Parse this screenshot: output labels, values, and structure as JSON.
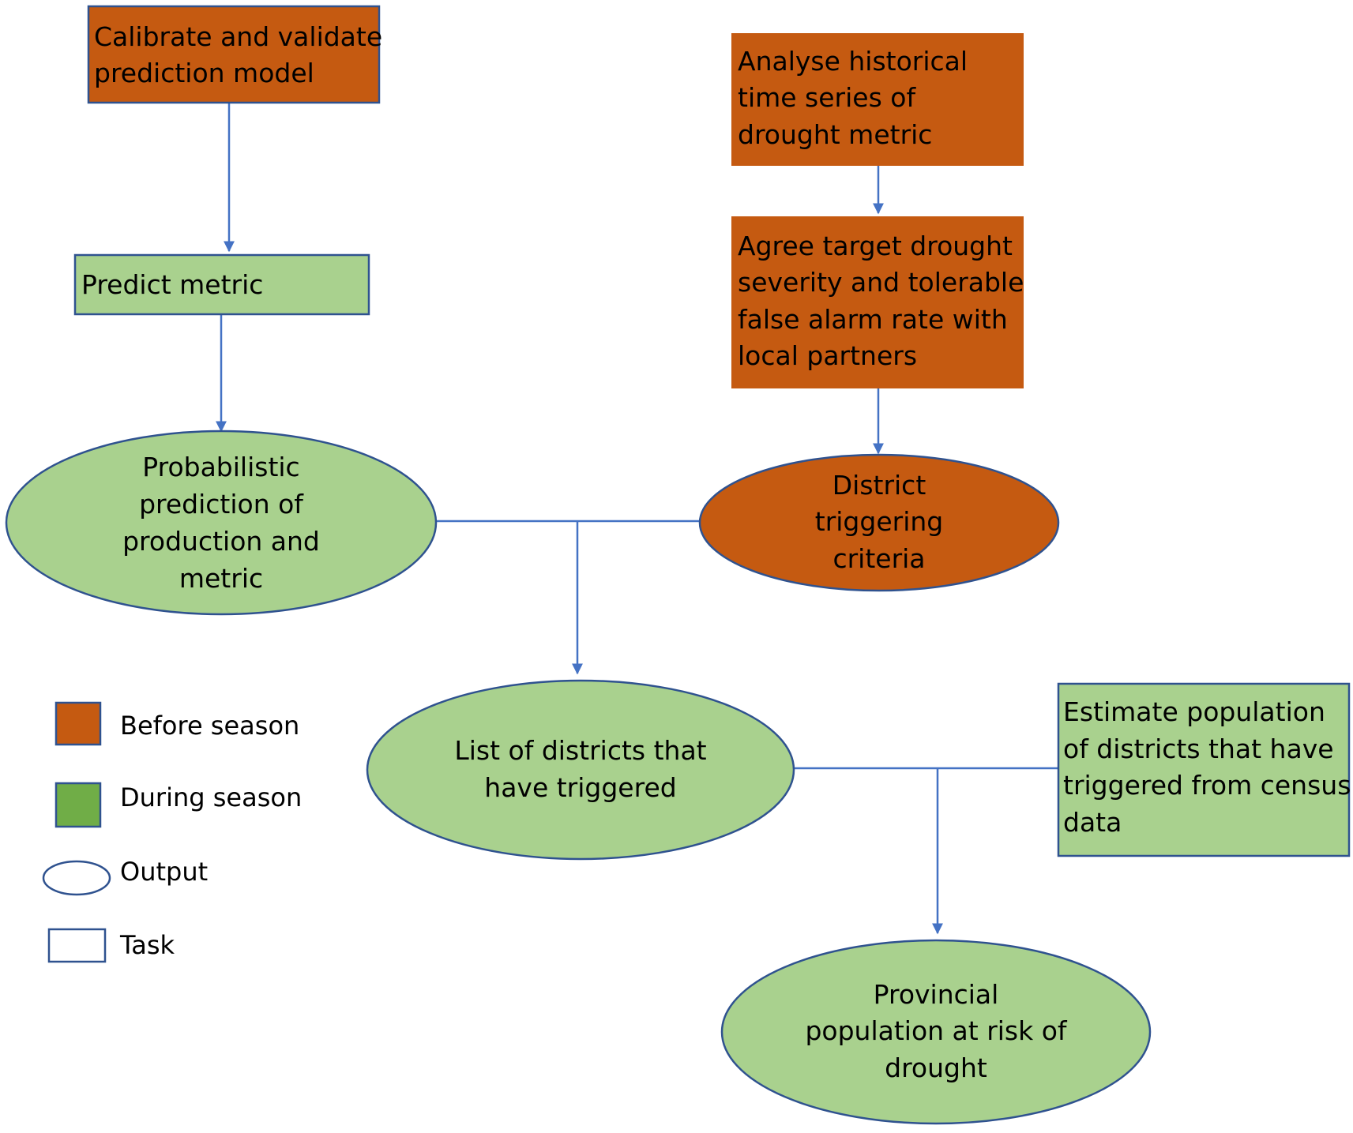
{
  "colors": {
    "before_season": "#C55A11",
    "during_season": "#A9D18E",
    "during_season_legend": "#70AD47",
    "border": "#2F528F",
    "connector": "#4472C4"
  },
  "nodes": {
    "calibrate": {
      "shape": "task",
      "phase": "before",
      "lines": [
        "Calibrate and validate",
        "prediction model"
      ]
    },
    "predict_metric": {
      "shape": "task",
      "phase": "during",
      "lines": [
        "Predict metric"
      ]
    },
    "analyse_history": {
      "shape": "task",
      "phase": "before",
      "lines": [
        "Analyse historical",
        "time series of",
        "drought metric"
      ]
    },
    "agree_target": {
      "shape": "task",
      "phase": "before",
      "lines": [
        "Agree target drought",
        "severity and tolerable",
        "false alarm rate with",
        "local partners"
      ]
    },
    "probabilistic_prediction": {
      "shape": "output",
      "phase": "during",
      "lines": [
        "Probabilistic",
        "prediction of",
        "production and",
        "metric"
      ]
    },
    "district_criteria": {
      "shape": "output",
      "phase": "before",
      "lines": [
        "District",
        "triggering",
        "criteria"
      ]
    },
    "districts_triggered": {
      "shape": "output",
      "phase": "during",
      "lines": [
        "List of districts that",
        "have triggered"
      ]
    },
    "estimate_population": {
      "shape": "task",
      "phase": "during",
      "lines": [
        "Estimate population",
        "of districts that have",
        "triggered from census",
        "data"
      ]
    },
    "provincial_population": {
      "shape": "output",
      "phase": "during",
      "lines": [
        "Provincial",
        "population at risk of",
        "drought"
      ]
    }
  },
  "edges": [
    {
      "from": "calibrate",
      "to": "predict_metric"
    },
    {
      "from": "predict_metric",
      "to": "probabilistic_prediction"
    },
    {
      "from": "analyse_history",
      "to": "agree_target"
    },
    {
      "from": "agree_target",
      "to": "district_criteria"
    },
    {
      "from": [
        "probabilistic_prediction",
        "district_criteria"
      ],
      "to": "districts_triggered"
    },
    {
      "from": [
        "districts_triggered",
        "estimate_population"
      ],
      "to": "provincial_population"
    }
  ],
  "legend": {
    "before": "Before season",
    "during": "During season",
    "output": "Output",
    "task": "Task"
  }
}
